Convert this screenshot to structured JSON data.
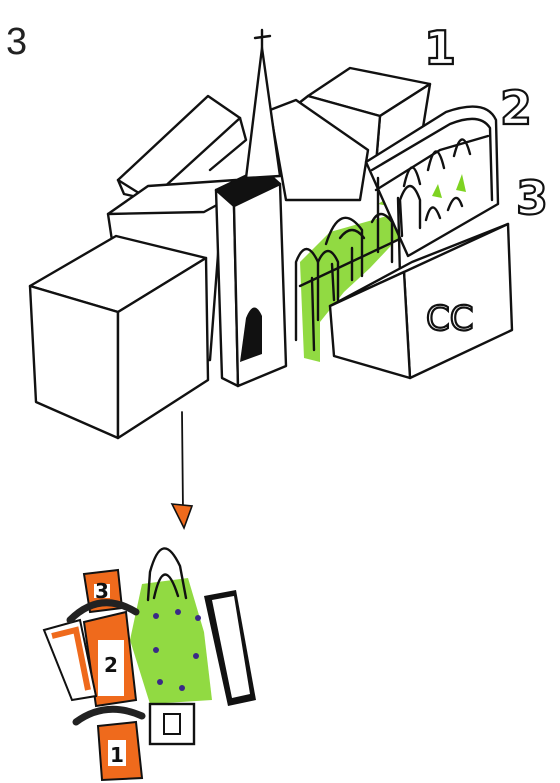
{
  "figure_number": "3",
  "elevation_labels": [
    "1",
    "2",
    "3"
  ],
  "cc_label": "CC",
  "plan_labels": [
    "3",
    "2",
    "1"
  ],
  "colors": {
    "ink": "#111111",
    "green": "#7ed321",
    "orange": "#ef6a1c",
    "paper": "#ffffff"
  }
}
